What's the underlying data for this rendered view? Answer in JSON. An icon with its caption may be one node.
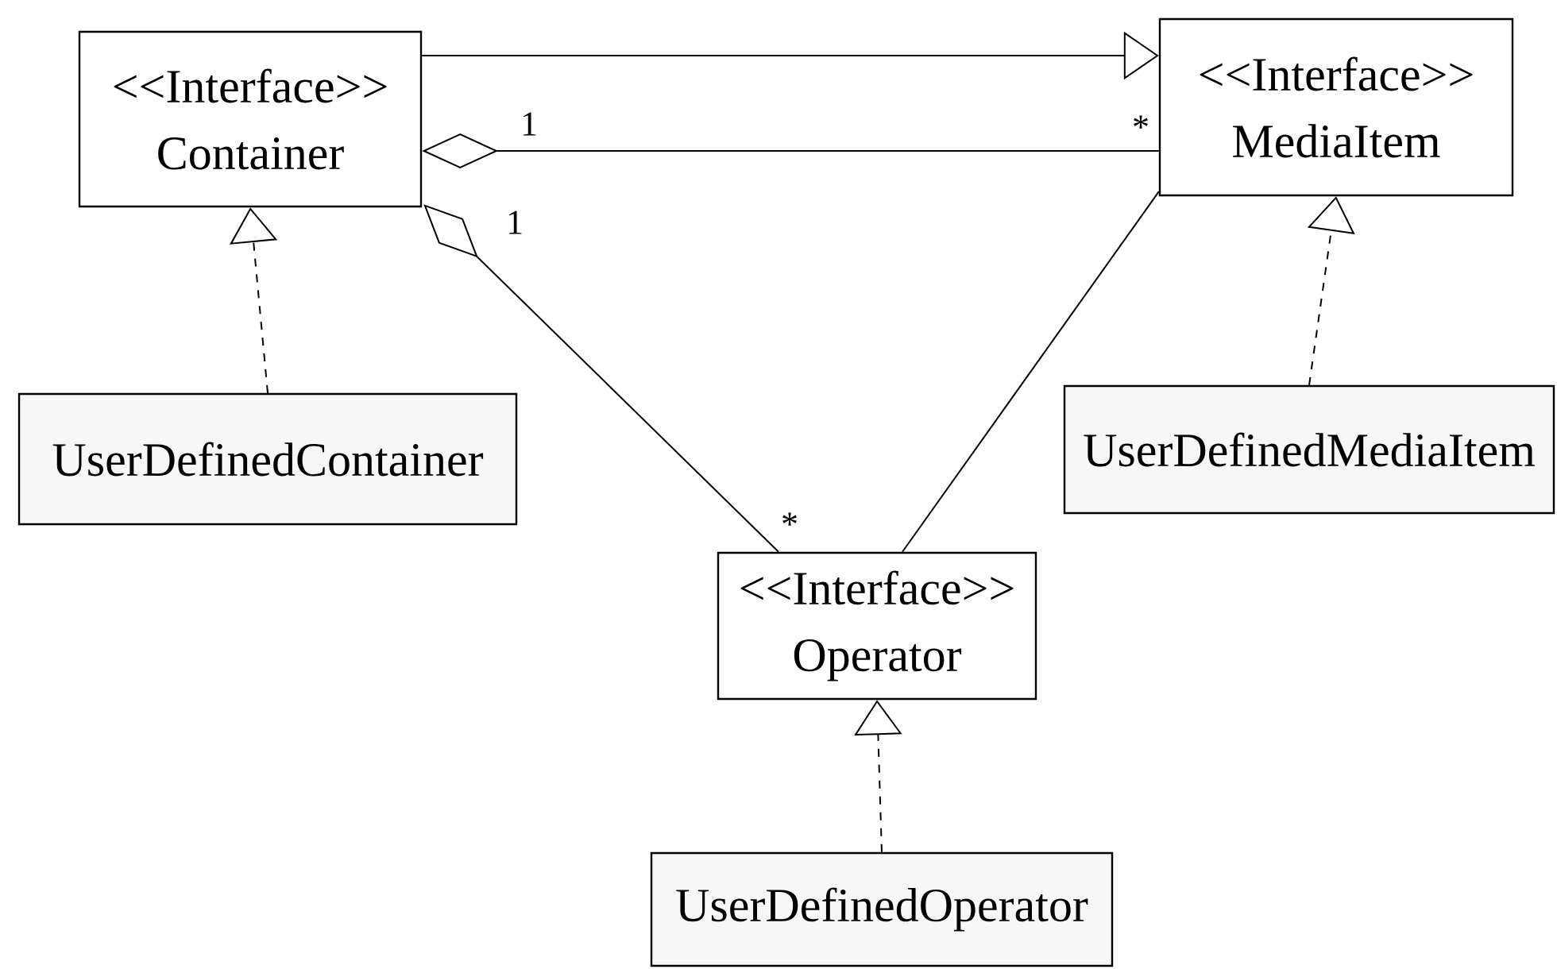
{
  "diagram": {
    "nodes": [
      {
        "text": [
          "<<Interface>>",
          "Container"
        ]
      },
      {
        "text": [
          "<<Interface>>",
          "MediaItem"
        ]
      },
      {
        "text": [
          "UserDefinedContainer"
        ]
      },
      {
        "text": [
          "UserDefinedMediaItem"
        ]
      },
      {
        "text": [
          "<<Interface>>",
          "Operator"
        ]
      },
      {
        "text": [
          "UserDefinedOperator"
        ]
      }
    ],
    "edges": [
      {
        "from": 0,
        "to": 1,
        "arrow": "to"
      },
      {
        "from": 0,
        "to": 1,
        "arrow": "other"
      },
      {
        "from": 0,
        "to": 4,
        "arrow": "other"
      },
      {
        "from": 1,
        "to": 4,
        "arrow": "none"
      },
      {
        "from": 2,
        "to": 0,
        "arrow": "to",
        "style": "dashed"
      },
      {
        "from": 3,
        "to": 1,
        "arrow": "to",
        "style": "dashed"
      },
      {
        "from": 5,
        "to": 4,
        "arrow": "to",
        "style": "dashed"
      }
    ],
    "labels": [
      "1",
      "*",
      "1",
      "*"
    ]
  }
}
